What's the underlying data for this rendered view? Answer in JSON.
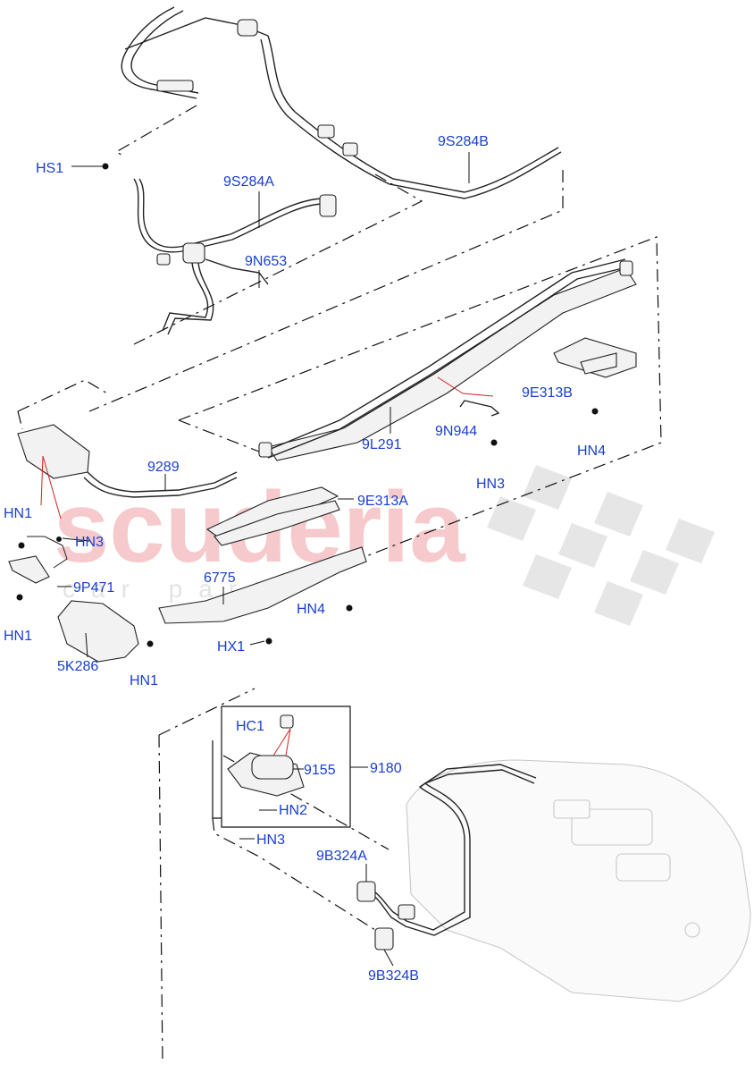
{
  "watermark": {
    "main": "scuderia",
    "sub": "car parts"
  },
  "labels": {
    "hs1": "HS1",
    "p9s284a": "9S284A",
    "p9s284b": "9S284B",
    "p9n653": "9N653",
    "p9e313b": "9E313B",
    "p9n944": "9N944",
    "p9l291": "9L291",
    "hn4_top": "HN4",
    "hn3_top": "HN3",
    "p9289": "9289",
    "p9e313a": "9E313A",
    "hn1_a": "HN1",
    "hn3_mid": "HN3",
    "p9p471": "9P471",
    "hn1_b": "HN1",
    "p6775": "6775",
    "hn4_mid": "HN4",
    "hx1": "HX1",
    "p5k286": "5K286",
    "hn1_c": "HN1",
    "hc1": "HC1",
    "p9155": "9155",
    "p9180": "9180",
    "hn2": "HN2",
    "hn3_low": "HN3",
    "p9b324a": "9B324A",
    "p9b324b": "9B324B"
  },
  "colors": {
    "label": "#1a3ecf",
    "leader_red": "#d42020",
    "watermark": "#f6c9cc"
  }
}
